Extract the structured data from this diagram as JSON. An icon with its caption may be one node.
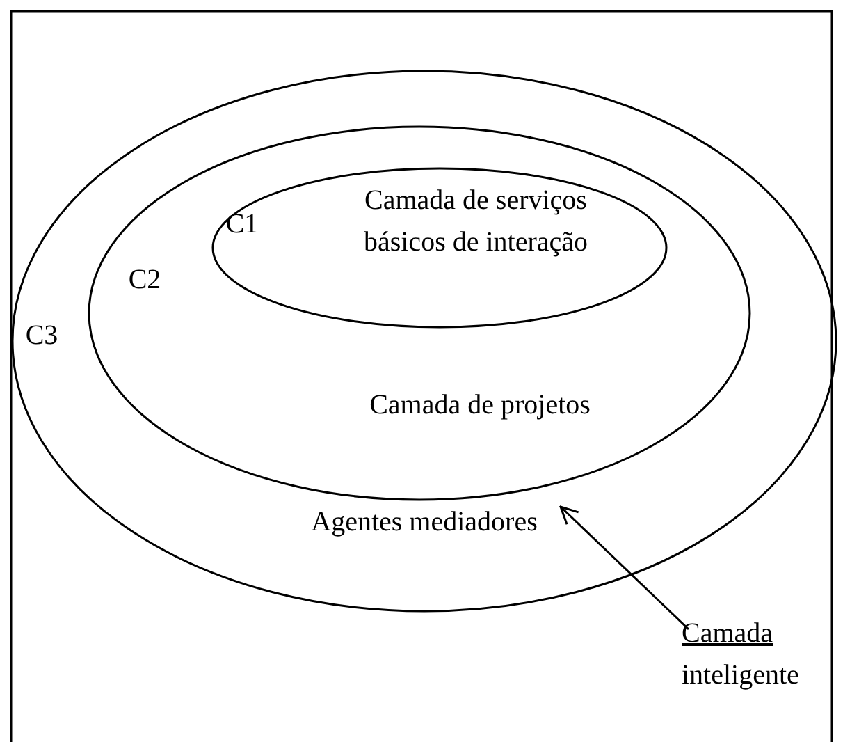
{
  "diagram": {
    "nodes": [
      {
        "text": [
          "C3",
          "Agentes mediadores"
        ]
      },
      {
        "text": [
          "C2",
          "Camada de projetos"
        ],
        "in": 0
      },
      {
        "text": [
          "C1",
          "Camada de serviços básicos de interação"
        ],
        "in": 1
      },
      {
        "text": [
          "Camada inteligente"
        ]
      }
    ],
    "edges": [
      {
        "from": 3,
        "to": 0,
        "arrow": "to"
      }
    ]
  }
}
